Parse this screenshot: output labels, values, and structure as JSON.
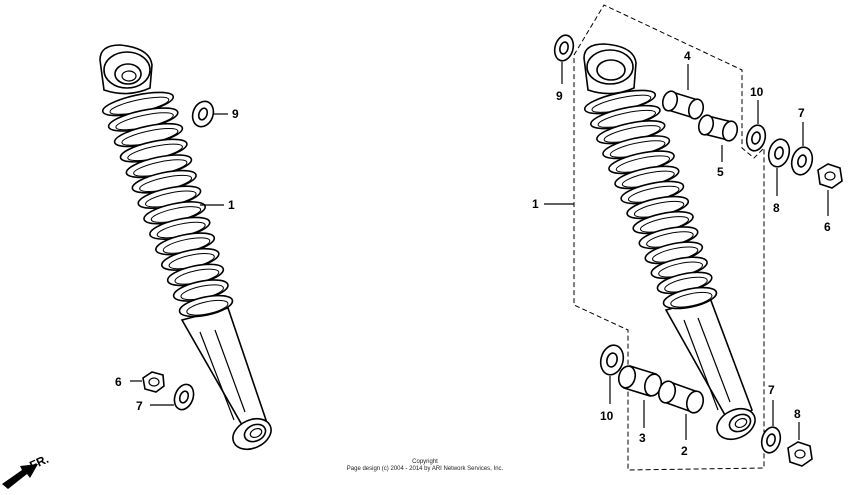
{
  "copyright": {
    "line1": "Copyright",
    "line2": "Page design (c) 2004 - 2014 by ARI Network Services, Inc."
  },
  "direction_label": "FR.",
  "labels": {
    "left_9": "9",
    "left_1": "1",
    "left_6": "6",
    "left_7": "7",
    "right_9": "9",
    "right_4": "4",
    "right_5": "5",
    "right_10_top": "10",
    "right_7_top": "7",
    "right_8": "8",
    "right_6_top": "6",
    "right_1": "1",
    "right_10_bottom": "10",
    "right_3": "3",
    "right_2": "2",
    "right_7_bottom": "7",
    "right_6_bottom": "8"
  }
}
